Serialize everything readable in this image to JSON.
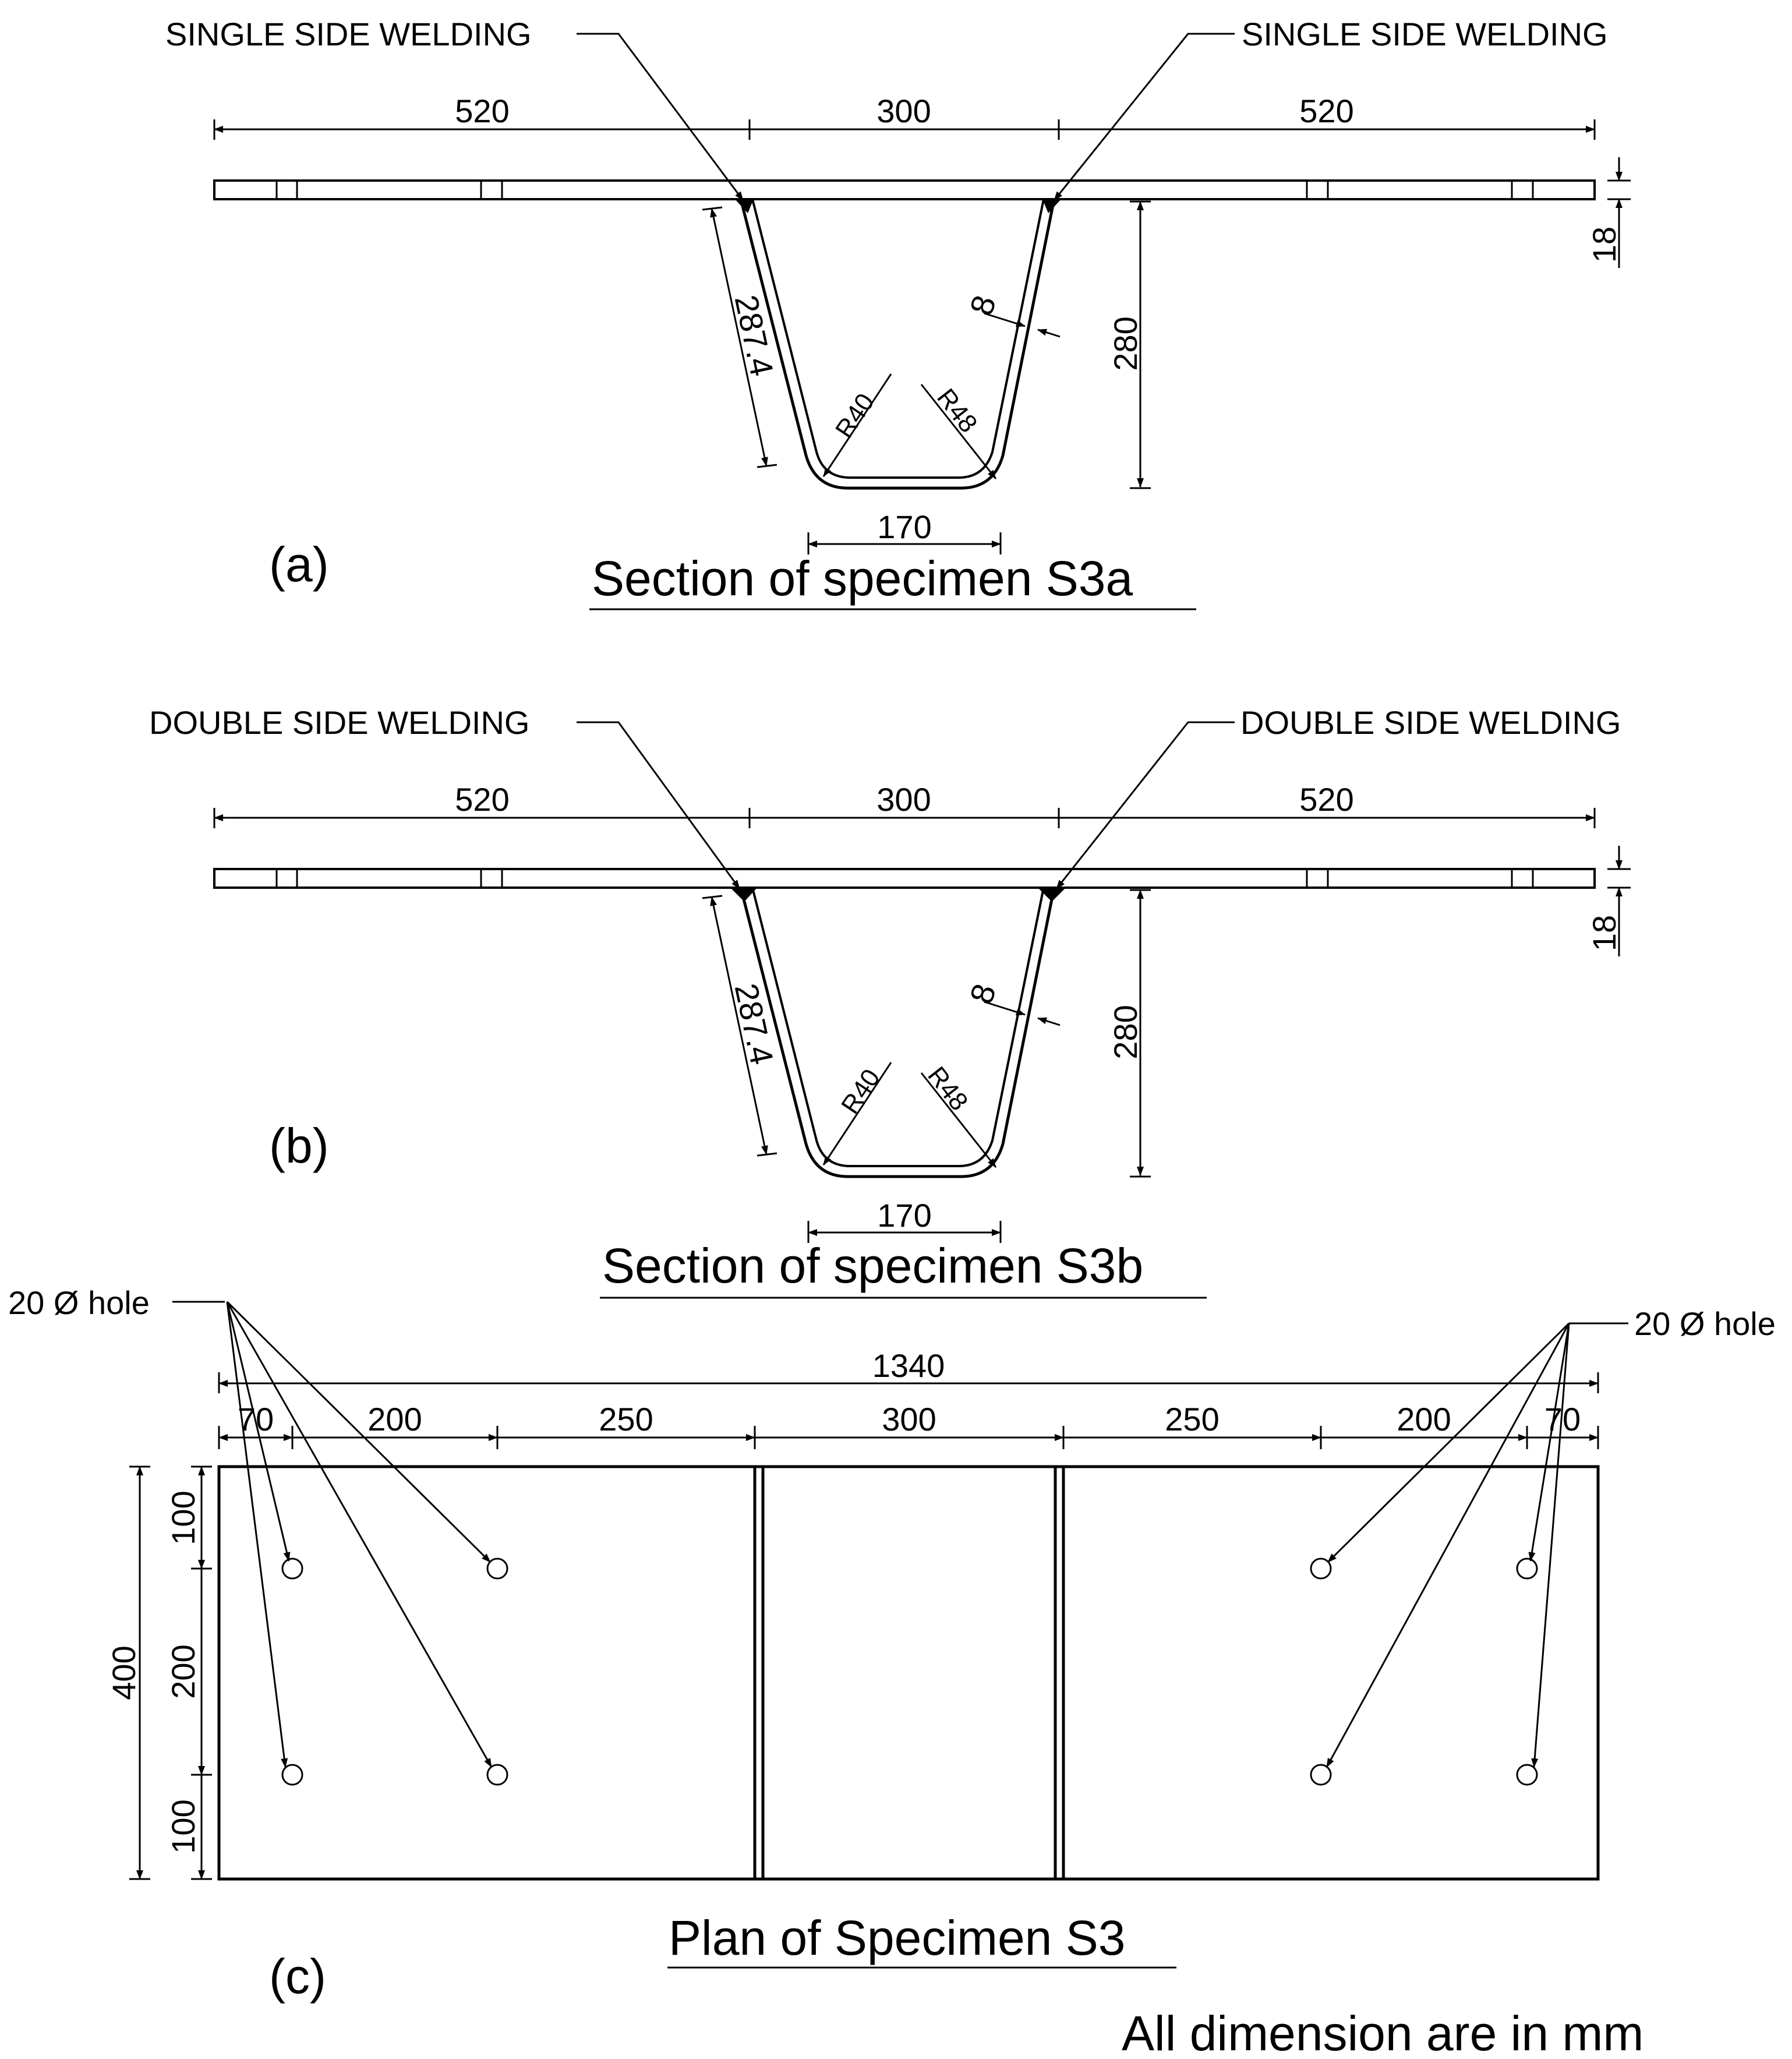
{
  "panel_a": {
    "label": "(a)",
    "title": "Section of specimen S3a",
    "weld_left": "SINGLE SIDE WELDING",
    "weld_right": "SINGLE SIDE WELDING",
    "dims": {
      "left_width": "520",
      "mid_width": "300",
      "right_width": "520",
      "plate_thickness": "18",
      "rib_depth": "280",
      "web_length": "287.4",
      "rib_thickness": "8",
      "inner_radius": "R40",
      "outer_radius": "R48",
      "bottom_width": "170"
    }
  },
  "panel_b": {
    "label": "(b)",
    "title": "Section of specimen S3b",
    "weld_left": "DOUBLE SIDE WELDING",
    "weld_right": "DOUBLE SIDE WELDING",
    "dims": {
      "left_width": "520",
      "mid_width": "300",
      "right_width": "520",
      "plate_thickness": "18",
      "rib_depth": "280",
      "web_length": "287.4",
      "rib_thickness": "8",
      "inner_radius": "R40",
      "outer_radius": "R48",
      "bottom_width": "170"
    }
  },
  "panel_c": {
    "label": "(c)",
    "title": "Plan of Specimen S3",
    "hole_left": "20 Ø hole",
    "hole_right": "20 Ø hole",
    "overall_length": "1340",
    "segments": [
      "70",
      "200",
      "250",
      "300",
      "250",
      "200",
      "70"
    ],
    "overall_width": "400",
    "width_segments": [
      "100",
      "200",
      "100"
    ]
  },
  "footer_note": "All dimension are in mm"
}
